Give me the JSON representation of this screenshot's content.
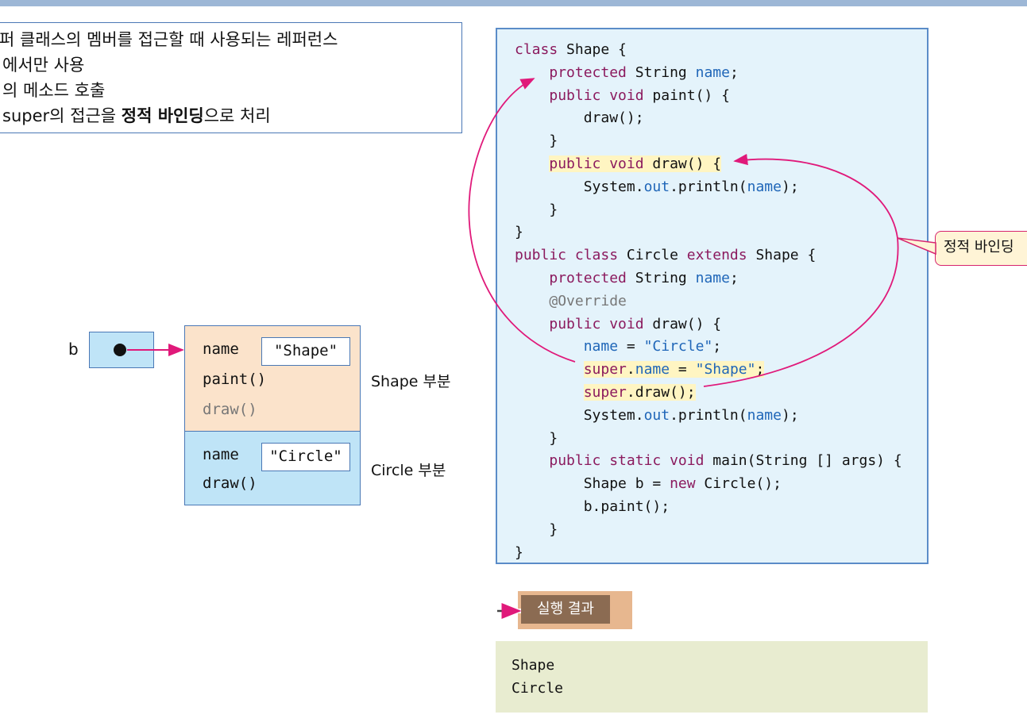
{
  "note": {
    "line1": "퍼 클래스의 멤버를 접근할 때 사용되는 레퍼런스",
    "line2": "에서만 사용",
    "line3": "의 메소드 호출",
    "line4_a": "super의 접근을 ",
    "line4_b": "정적 바인딩",
    "line4_c": "으로 처리"
  },
  "diagram": {
    "var_name": "b",
    "shape_part": {
      "field_name": "name",
      "field_value": "\"Shape\"",
      "method1": "paint()",
      "method2": "draw()",
      "label": "Shape 부분"
    },
    "circle_part": {
      "field_name": "name",
      "field_value": "\"Circle\"",
      "method1": "draw()",
      "label": "Circle 부분"
    }
  },
  "code": {
    "l1": {
      "kw": "class",
      "rest": " Shape {"
    },
    "l2": {
      "kw": "protected",
      "mid": " String ",
      "fld": "name",
      "end": ";"
    },
    "l3": {
      "kw": "public void",
      "rest": " paint() {"
    },
    "l4": "draw();",
    "l5": "}",
    "l6": {
      "kw": "public void",
      "rest": " draw() {"
    },
    "l7": {
      "a": "System.",
      "fld": "out",
      "b": ".println(",
      "arg": "name",
      "c": ");"
    },
    "l8": "}",
    "l9": "}",
    "l10": {
      "kw1": "public class",
      "mid": " Circle ",
      "kw2": "extends",
      "rest": " Shape {"
    },
    "l11": {
      "kw": "protected",
      "mid": " String ",
      "fld": "name",
      "end": ";"
    },
    "l12": "@Override",
    "l13": {
      "kw": "public void",
      "rest": " draw() {"
    },
    "l14": {
      "fld": "name",
      "mid": " = ",
      "str": "\"Circle\"",
      "end": ";"
    },
    "l15": {
      "kw": "super",
      "dot": ".",
      "fld": "name",
      "mid": " = ",
      "str": "\"Shape\"",
      "end": ";"
    },
    "l16": {
      "kw": "super",
      "rest": ".draw();"
    },
    "l17": {
      "a": "System.",
      "fld": "out",
      "b": ".println(",
      "arg": "name",
      "c": ");"
    },
    "l18": "}",
    "l19": {
      "kw": "public static void",
      "rest": " main(String [] args) {"
    },
    "l20": {
      "a": "Shape b = ",
      "kw": "new",
      "rest": " Circle();"
    },
    "l21": "b.paint();",
    "l22": "}",
    "l23": "}"
  },
  "callout": "정적 바인딩",
  "result": {
    "label": "실행 결과",
    "output": "Shape\nCircle"
  },
  "colors": {
    "arrow": "#e0197a",
    "border": "#4a78b5",
    "shape_fill": "#fbe3cb",
    "circle_fill": "#bfe4f7",
    "code_bg": "#e4f3fb",
    "keyword": "#8b1a5e",
    "field": "#1f66b8"
  }
}
